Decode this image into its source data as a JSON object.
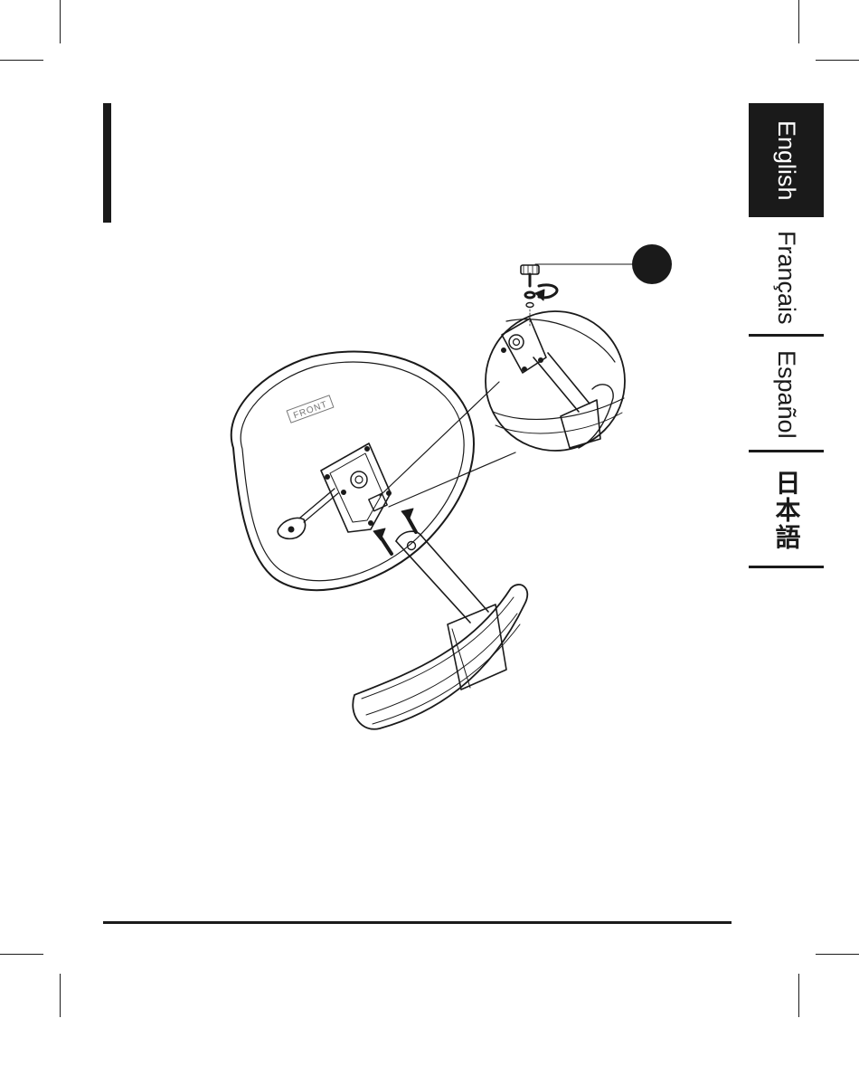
{
  "languages": [
    {
      "label": "English",
      "active": true
    },
    {
      "label": "Français",
      "active": false
    },
    {
      "label": "Español",
      "active": false
    },
    {
      "label": "日本語",
      "active": false
    }
  ],
  "figure": {
    "seat_marking": "FRONT",
    "step_marker_color": "#1a1a1a"
  },
  "colors": {
    "ink": "#1a1a1a",
    "paper": "#ffffff"
  }
}
